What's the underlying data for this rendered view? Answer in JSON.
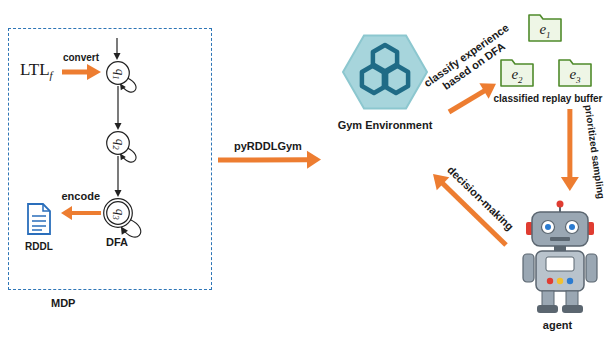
{
  "diagram": {
    "nodes": [
      {
        "text": [
          "MDP"
        ]
      },
      {
        "text": [
          "q",
          "1"
        ],
        "in": 0
      },
      {
        "text": [
          "q",
          "2"
        ],
        "in": 0
      },
      {
        "text": [
          "q",
          "3"
        ],
        "in": 0
      },
      {
        "text": [
          "RDDL"
        ],
        "in": 0
      },
      {
        "text": [
          "Gym Environment"
        ]
      },
      {
        "text": [
          "e",
          "1"
        ]
      },
      {
        "text": [
          "e",
          "2"
        ]
      },
      {
        "text": [
          "e",
          "3"
        ]
      },
      {
        "text": [
          "agent"
        ]
      }
    ],
    "edges": [
      {
        "from": 1,
        "to": 2,
        "arrow": "to"
      },
      {
        "from": 2,
        "to": 3,
        "arrow": "to"
      },
      {
        "from": 3,
        "to": 4,
        "label": "encode",
        "arrow": "to"
      },
      {
        "from": 0,
        "to": 5,
        "label": "pyRDDLGym",
        "arrow": "to"
      },
      {
        "from": 5,
        "to": 7,
        "label": "classify experience based on DFA",
        "arrow": "to"
      },
      {
        "from": 8,
        "to": 9,
        "label": "prioritized sampling",
        "arrow": "to"
      },
      {
        "from": 9,
        "to": 5,
        "label": "decision-making",
        "arrow": "to"
      }
    ],
    "labels": [
      "LTL",
      "f",
      "convert",
      "DFA",
      "classified replay buffer"
    ]
  }
}
